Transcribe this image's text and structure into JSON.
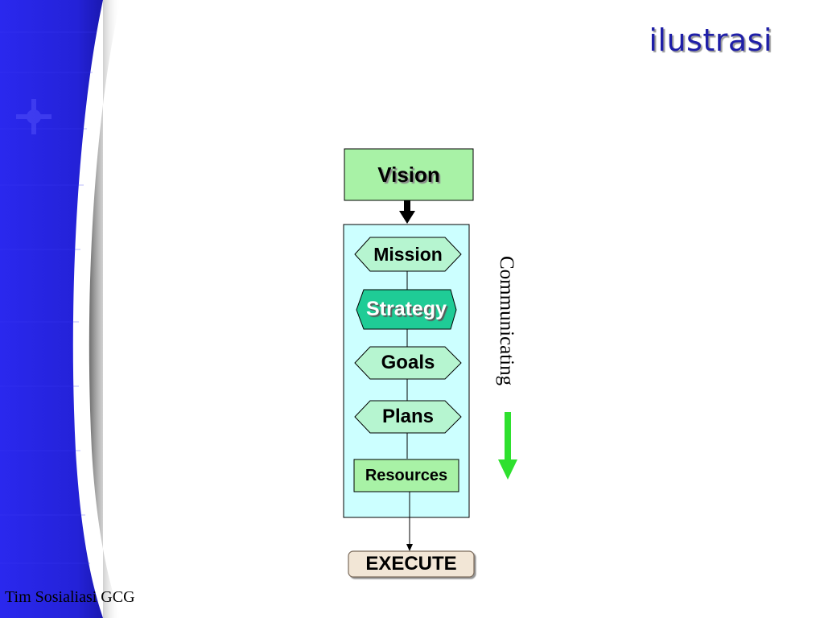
{
  "slide": {
    "title": "ilustrasi",
    "footer": "Tim Sosialiasi GCG"
  },
  "diagram": {
    "top_node": "Vision",
    "steps": [
      "Mission",
      "Strategy",
      "Goals",
      "Plans"
    ],
    "resources": "Resources",
    "execute": "EXECUTE",
    "side_label": "Communicating"
  },
  "colors": {
    "sidebar_blue": "#2a28ee",
    "title_blue": "#1f1fa8",
    "vision_fill": "#a8f2a6",
    "panel_fill": "#ccffff",
    "hexagon_fill": "#b6f5d0",
    "strategy_fill": "#1fcc96",
    "arrow_green": "#2ee02e",
    "execute_fill": "#f2e6d6"
  }
}
